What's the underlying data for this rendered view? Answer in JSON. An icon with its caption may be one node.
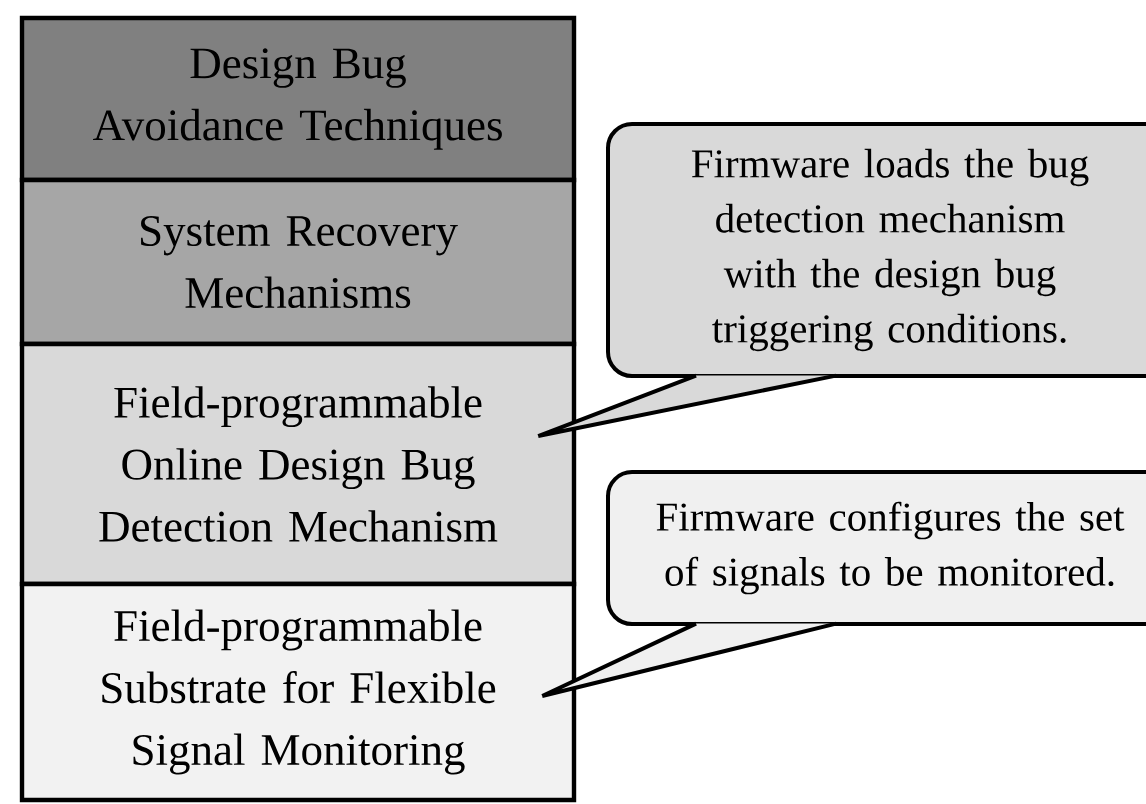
{
  "diagram": {
    "nodes": [
      {
        "text": [
          "Design Bug Avoidance Techniques"
        ]
      },
      {
        "text": [
          "System Recovery Mechanisms"
        ]
      },
      {
        "text": [
          "Field-programmable Online Design Bug Detection Mechanism"
        ]
      },
      {
        "text": [
          "Field-programmable Substrate for Flexible Signal Monitoring"
        ]
      },
      {
        "text": [
          "Firmware loads the bug detection mechanism with the design bug triggering conditions."
        ]
      },
      {
        "text": [
          "Firmware configures the set of signals to be monitored."
        ]
      }
    ],
    "edges": [
      {
        "from": 4,
        "to": 2,
        "arrow": "none"
      },
      {
        "from": 5,
        "to": 3,
        "arrow": "none"
      }
    ]
  }
}
